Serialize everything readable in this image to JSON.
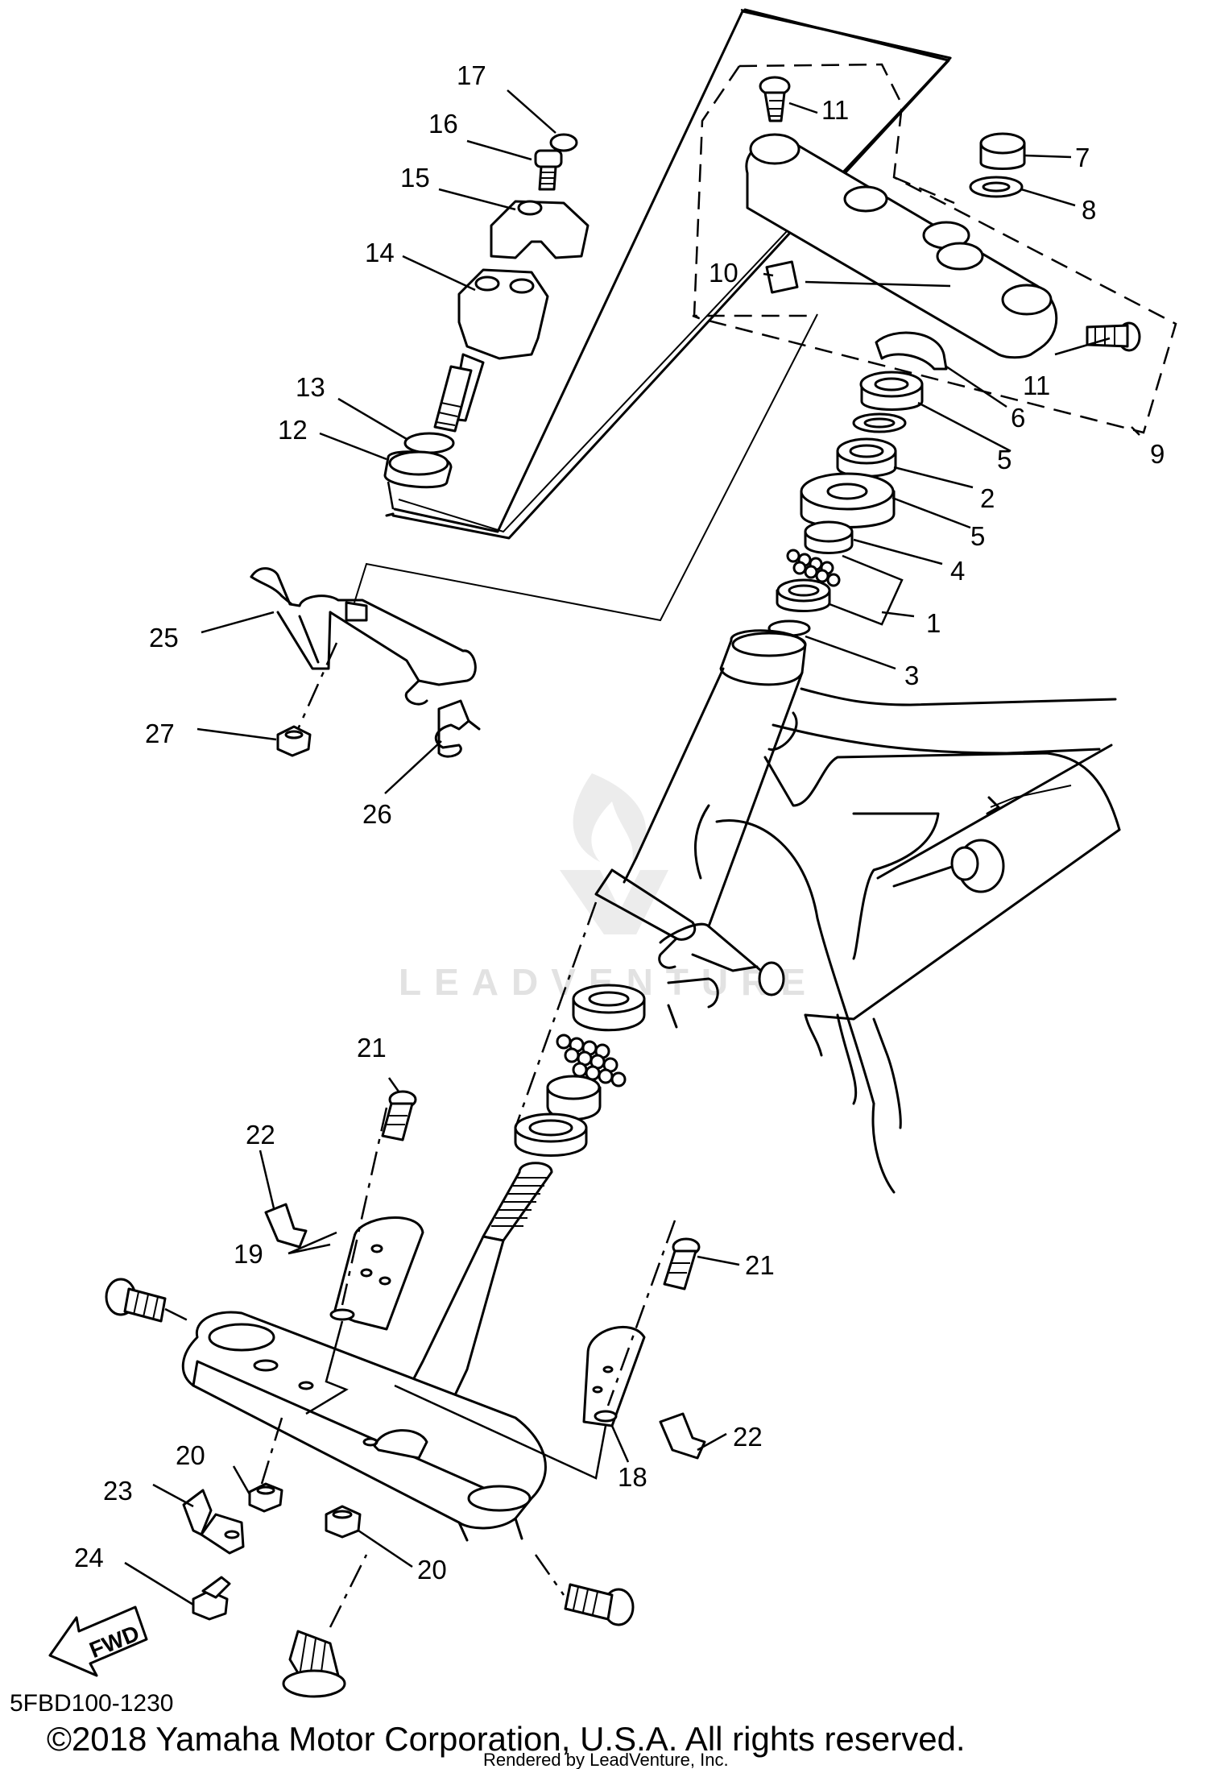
{
  "diagram": {
    "callouts": [
      {
        "id": "c17",
        "label": "17"
      },
      {
        "id": "c16",
        "label": "16"
      },
      {
        "id": "c15",
        "label": "15"
      },
      {
        "id": "c14",
        "label": "14"
      },
      {
        "id": "c13",
        "label": "13"
      },
      {
        "id": "c12",
        "label": "12"
      },
      {
        "id": "c11a",
        "label": "11"
      },
      {
        "id": "c11b",
        "label": "11"
      },
      {
        "id": "c10",
        "label": "10"
      },
      {
        "id": "c9",
        "label": "9"
      },
      {
        "id": "c8",
        "label": "8"
      },
      {
        "id": "c7",
        "label": "7"
      },
      {
        "id": "c6",
        "label": "6"
      },
      {
        "id": "c5a",
        "label": "5"
      },
      {
        "id": "c5b",
        "label": "5"
      },
      {
        "id": "c2",
        "label": "2"
      },
      {
        "id": "c4",
        "label": "4"
      },
      {
        "id": "c1",
        "label": "1"
      },
      {
        "id": "c3",
        "label": "3"
      },
      {
        "id": "c25",
        "label": "25"
      },
      {
        "id": "c27",
        "label": "27"
      },
      {
        "id": "c26",
        "label": "26"
      },
      {
        "id": "c21a",
        "label": "21"
      },
      {
        "id": "c22a",
        "label": "22"
      },
      {
        "id": "c19",
        "label": "19"
      },
      {
        "id": "c21b",
        "label": "21"
      },
      {
        "id": "c22b",
        "label": "22"
      },
      {
        "id": "c18",
        "label": "18"
      },
      {
        "id": "c20a",
        "label": "20"
      },
      {
        "id": "c23",
        "label": "23"
      },
      {
        "id": "c20b",
        "label": "20"
      },
      {
        "id": "c24",
        "label": "24"
      }
    ],
    "fwd_label": "FWD",
    "diagram_code": "5FBD100-1230",
    "watermark": "LEADVENTURE",
    "copyright": "©2018 Yamaha Motor Corporation, U.S.A. All rights reserved.",
    "rendered_by": "Rendered by LeadVenture, Inc."
  }
}
